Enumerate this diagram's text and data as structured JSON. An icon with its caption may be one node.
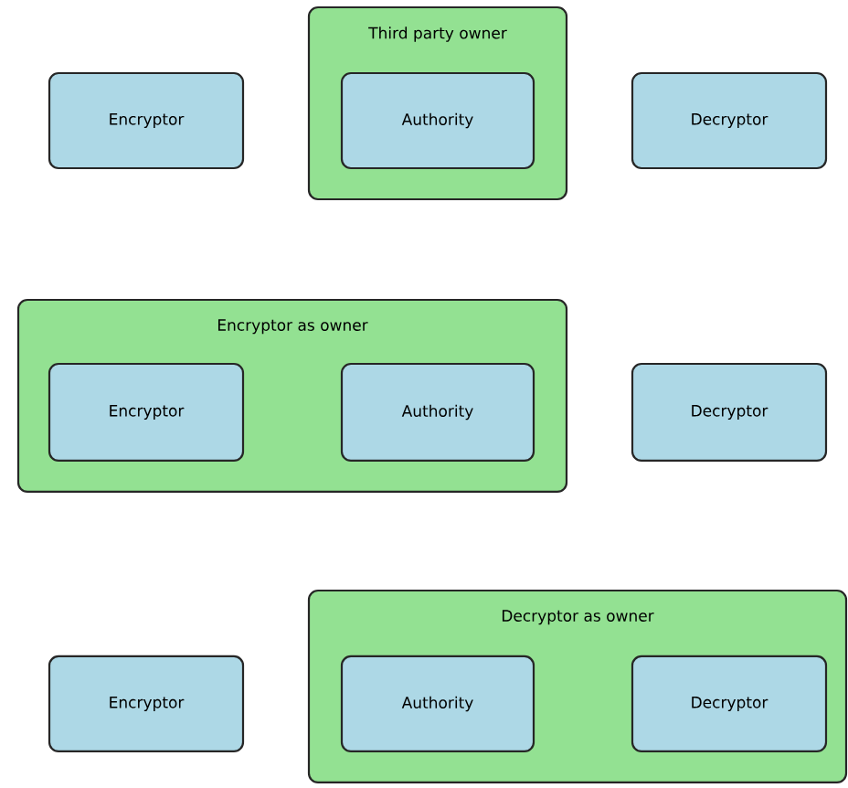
{
  "diagram": {
    "nodes": [
      {
        "text": [
          "Encryptor"
        ]
      },
      {
        "text": [
          "Third party owner"
        ]
      },
      {
        "text": [
          "Authority"
        ],
        "in": 1
      },
      {
        "text": [
          "Decryptor"
        ]
      },
      {
        "text": [
          "Encryptor as owner"
        ]
      },
      {
        "text": [
          "Encryptor"
        ],
        "in": 4
      },
      {
        "text": [
          "Authority"
        ],
        "in": 4
      },
      {
        "text": [
          "Decryptor"
        ]
      },
      {
        "text": [
          "Encryptor"
        ]
      },
      {
        "text": [
          "Decryptor as owner"
        ]
      },
      {
        "text": [
          "Authority"
        ],
        "in": 9
      },
      {
        "text": [
          "Decryptor"
        ],
        "in": 9
      }
    ]
  }
}
